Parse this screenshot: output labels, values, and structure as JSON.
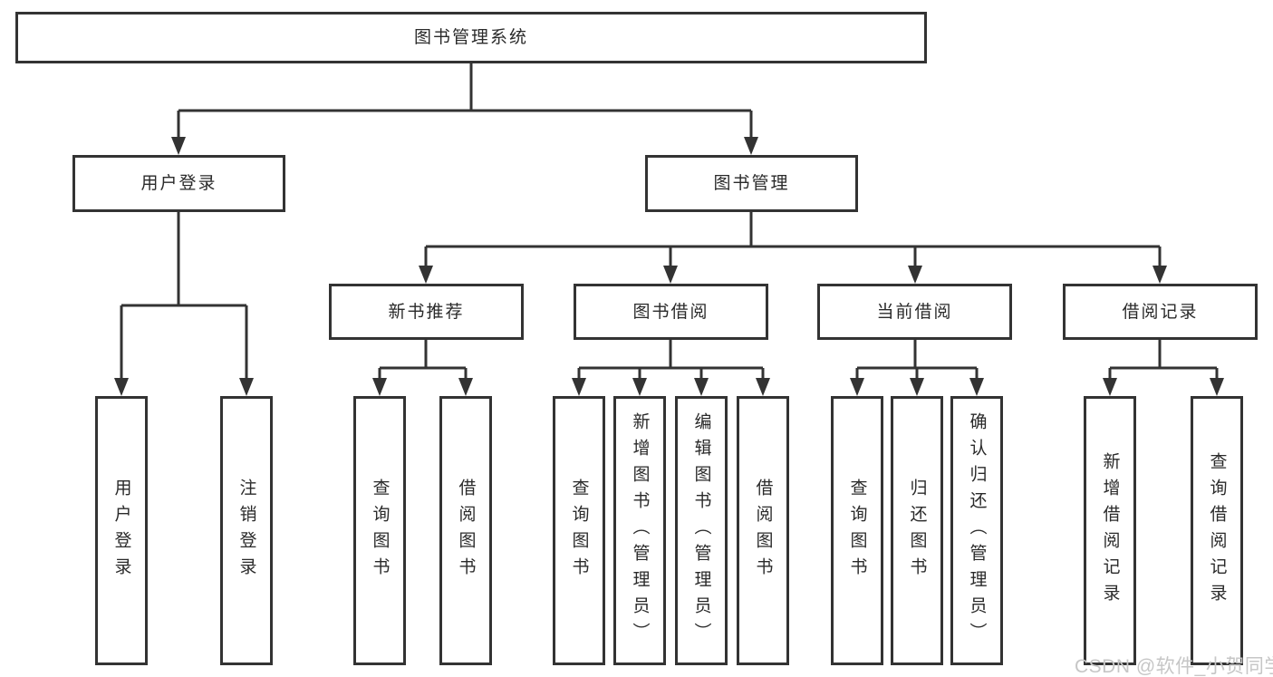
{
  "diagram": {
    "root": {
      "label": "图书管理系统"
    },
    "branches": [
      {
        "label": "用户登录",
        "children": [
          {
            "label": "用户登录"
          },
          {
            "label": "注销登录"
          }
        ]
      },
      {
        "label": "图书管理",
        "children": [
          {
            "label": "新书推荐",
            "children": [
              {
                "label": "查询图书"
              },
              {
                "label": "借阅图书"
              }
            ]
          },
          {
            "label": "图书借阅",
            "children": [
              {
                "label": "查询图书"
              },
              {
                "label": "新增图书（管理员）"
              },
              {
                "label": "编辑图书（管理员）"
              },
              {
                "label": "借阅图书"
              }
            ]
          },
          {
            "label": "当前借阅",
            "children": [
              {
                "label": "查询图书"
              },
              {
                "label": "归还图书"
              },
              {
                "label": "确认归还（管理员）"
              }
            ]
          },
          {
            "label": "借阅记录",
            "children": [
              {
                "label": "新增借阅记录"
              },
              {
                "label": "查询借阅记录"
              }
            ]
          }
        ]
      }
    ]
  },
  "watermark": {
    "text": "CSDN @软件_小贺同学"
  },
  "colors": {
    "line": "#333333",
    "text": "#2a2a2a",
    "watermark": "#c6c6c6",
    "background": "#ffffff"
  }
}
